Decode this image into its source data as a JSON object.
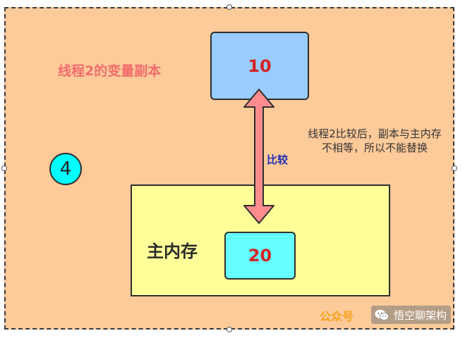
{
  "diagram": {
    "thread_copy_label": "线程2的变量副本",
    "thread_copy_value": "10",
    "main_memory_label": "主内存",
    "main_memory_value": "20",
    "compare_label": "比较",
    "note_text": "线程2比较后，副本与主内存不相等，所以不能替换",
    "step_number": "4"
  },
  "watermark": {
    "prefix": "公众号",
    "account_name": "悟空聊架构",
    "icon": "wechat-icon"
  },
  "colors": {
    "frame_fill": "#fdca9a",
    "copy_box_fill": "#99ccff",
    "main_memory_fill": "#ffff99",
    "main_value_fill": "#66ffff",
    "step_circle_fill": "#00ffff",
    "arrow_fill": "#ff8c8c",
    "value_text": "#d42424",
    "label_red": "#f06d6d",
    "compare_blue": "#1f2fb8"
  }
}
